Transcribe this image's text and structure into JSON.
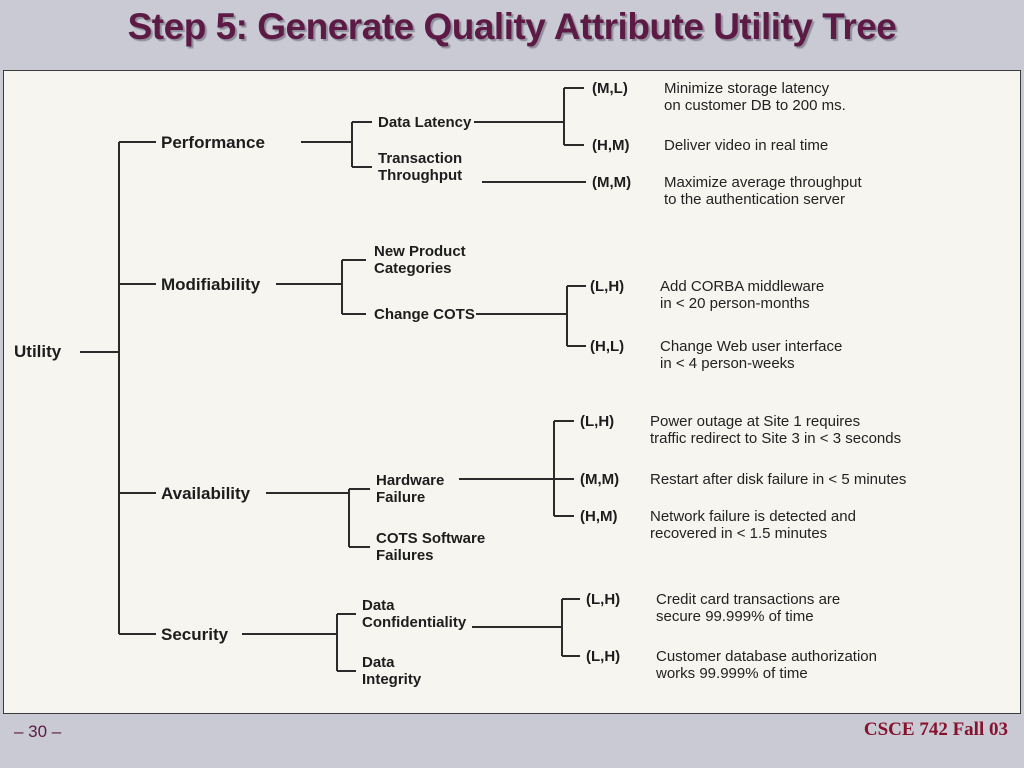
{
  "slide": {
    "title": "Step 5: Generate Quality Attribute Utility Tree",
    "page_number": "– 30 –",
    "course_label": "CSCE 742 Fall 03"
  },
  "colors": {
    "title_maroon": "#5c1a45",
    "footer_red": "#86122e",
    "slide_background": "#c9cad3",
    "diagram_paper": "#f6f5f0",
    "ink": "#2b2b2b"
  },
  "tree": {
    "root": "Utility",
    "branches": [
      {
        "label": "Performance",
        "children": [
          {
            "label": "Data Latency",
            "scenarios": [
              {
                "rating": "(M,L)",
                "text": "Minimize storage latency\non customer DB to 200 ms."
              },
              {
                "rating": "(H,M)",
                "text": "Deliver video in real time"
              }
            ]
          },
          {
            "label": "Transaction\nThroughput",
            "scenarios": [
              {
                "rating": "(M,M)",
                "text": "Maximize average throughput\nto the authentication server"
              }
            ]
          }
        ]
      },
      {
        "label": "Modifiability",
        "children": [
          {
            "label": "New Product\nCategories",
            "scenarios": []
          },
          {
            "label": "Change COTS",
            "scenarios": [
              {
                "rating": "(L,H)",
                "text": "Add CORBA middleware\nin < 20 person-months"
              },
              {
                "rating": "(H,L)",
                "text": "Change Web user interface\nin < 4 person-weeks"
              }
            ]
          }
        ]
      },
      {
        "label": "Availability",
        "children": [
          {
            "label": "Hardware\nFailure",
            "scenarios": [
              {
                "rating": "(L,H)",
                "text": "Power outage at Site 1 requires\ntraffic redirect to Site 3 in < 3 seconds"
              },
              {
                "rating": "(M,M)",
                "text": "Restart after disk failure in < 5 minutes"
              },
              {
                "rating": "(H,M)",
                "text": "Network failure is detected and\nrecovered in < 1.5 minutes"
              }
            ]
          },
          {
            "label": "COTS Software\nFailures",
            "scenarios": []
          }
        ]
      },
      {
        "label": "Security",
        "children": [
          {
            "label": "Data\nConfidentiality",
            "scenarios": [
              {
                "rating": "(L,H)",
                "text": "Credit card transactions are\nsecure 99.999% of time"
              },
              {
                "rating": "(L,H)",
                "text": "Customer database authorization\nworks 99.999% of time"
              }
            ]
          },
          {
            "label": "Data\nIntegrity",
            "scenarios": []
          }
        ]
      }
    ]
  }
}
